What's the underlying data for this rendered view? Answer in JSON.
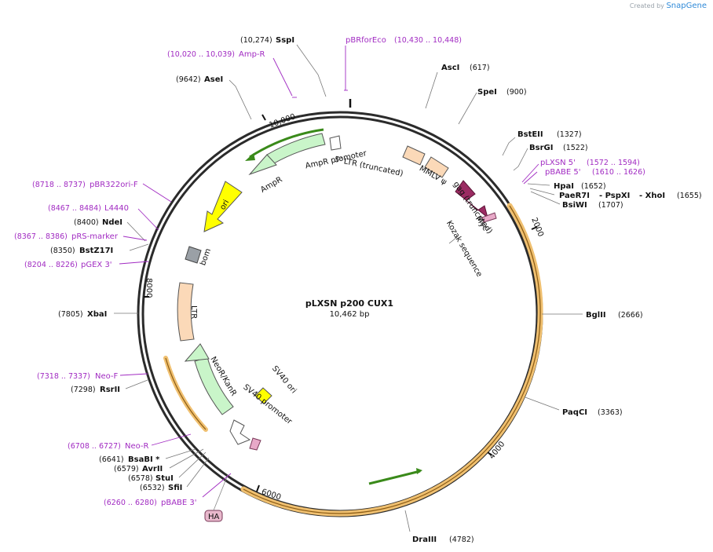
{
  "credit": {
    "prefix": "Created by",
    "brand": "SnapGene"
  },
  "plasmid": {
    "name": "pLXSN p200 CUX1",
    "size": "10,462 bp"
  },
  "ticks": [
    "2000",
    "4000",
    "6000",
    "8000",
    "10,000"
  ],
  "sites": [
    {
      "name": "SspI",
      "pos": "(10,274)"
    },
    {
      "name": "AseI",
      "pos": "(9642)"
    },
    {
      "name": "AscI",
      "pos": "(617)"
    },
    {
      "name": "SpeI",
      "pos": "(900)"
    },
    {
      "name": "BstEII",
      "pos": "(1327)"
    },
    {
      "name": "BsrGI",
      "pos": "(1522)"
    },
    {
      "name": "HpaI",
      "pos": "(1652)"
    },
    {
      "name": "PaeR7I",
      "name2": "- PspXI",
      "name3": "- XhoI",
      "pos": "(1655)"
    },
    {
      "name": "BsiWI",
      "pos": "(1707)"
    },
    {
      "name": "BglII",
      "pos": "(2666)"
    },
    {
      "name": "PaqCI",
      "pos": "(3363)"
    },
    {
      "name": "DraIII",
      "pos": "(4782)"
    },
    {
      "name": "SfiI",
      "pos": "(6532)"
    },
    {
      "name": "StuI",
      "pos": "(6578)"
    },
    {
      "name": "AvrII",
      "pos": "(6579)"
    },
    {
      "name": "BsaBI *",
      "pos": "(6641)"
    },
    {
      "name": "RsrII",
      "pos": "(7298)"
    },
    {
      "name": "XbaI",
      "pos": "(7805)"
    },
    {
      "name": "BstZ17I",
      "pos": "(8350)"
    },
    {
      "name": "NdeI",
      "pos": "(8400)"
    }
  ],
  "primers": [
    {
      "name": "Amp-R",
      "pos": "(10,020 .. 10,039)"
    },
    {
      "name": "pBRforEco",
      "pos": "(10,430 .. 10,448)"
    },
    {
      "name": "pLXSN 5'",
      "pos": "(1572 .. 1594)"
    },
    {
      "name": "pBABE 5'",
      "pos": "(1610 .. 1626)"
    },
    {
      "name": "pBR322ori-F",
      "pos": "(8718 .. 8737)"
    },
    {
      "name": "L4440",
      "pos": "(8467 .. 8484)"
    },
    {
      "name": "pRS-marker",
      "pos": "(8367 .. 8386)"
    },
    {
      "name": "pGEX 3'",
      "pos": "(8204 .. 8226)"
    },
    {
      "name": "Neo-F",
      "pos": "(7318 .. 7337)"
    },
    {
      "name": "Neo-R",
      "pos": "(6708 .. 6727)"
    },
    {
      "name": "pBABE 3'",
      "pos": "(6260 .. 6280)"
    }
  ],
  "features": {
    "amp_promoter": "AmpR promoter",
    "ltr5": "5' LTR (truncated)",
    "ampr": "AmpR",
    "mmlv": "MMLV ψ",
    "gag": "gag (truncated)",
    "myc": "Myc",
    "kozak": "Kozak sequence",
    "ori": "ori",
    "bom": "bom",
    "ltr": "LTR",
    "neokanr": "NeoR/KanR",
    "sv40ori": "SV40 ori",
    "sv40prom": "SV40 promoter",
    "ha": "HA"
  },
  "colors": {
    "backbone": "#2b2b2b",
    "primer": "#a12bc2",
    "ampr_fill": "#c9f5c9",
    "ltr_fill": "#fbd9b8",
    "ori_fill": "#ffff00",
    "myc_fill": "#9b2b62",
    "highlight": "#f0c070"
  }
}
